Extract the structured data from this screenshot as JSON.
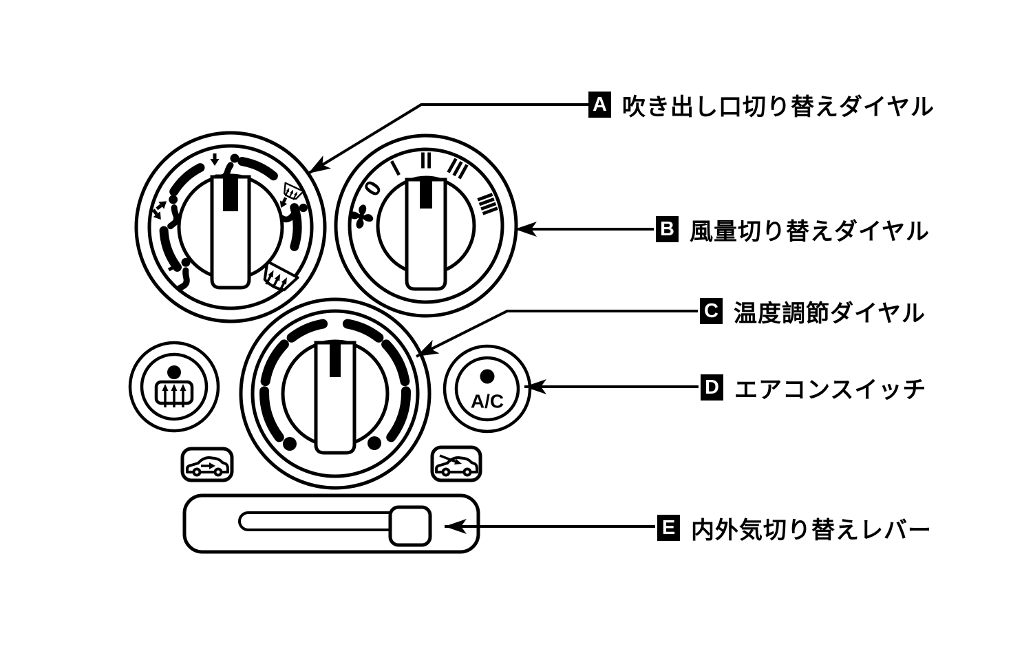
{
  "colors": {
    "ink": "#000000",
    "paper": "#ffffff"
  },
  "callouts": {
    "a": {
      "letter": "A",
      "label": "吹き出し口切り替えダイヤル"
    },
    "b": {
      "letter": "B",
      "label": "風量切り替えダイヤル"
    },
    "c": {
      "letter": "C",
      "label": "温度調節ダイヤル"
    },
    "d": {
      "letter": "D",
      "label": "エアコンスイッチ"
    },
    "e": {
      "letter": "E",
      "label": "内外気切り替えレバー"
    }
  },
  "fan_dial": {
    "ticks": [
      "0",
      "I",
      "II",
      "III",
      "IIII"
    ]
  },
  "ac_button": {
    "label": "A/C"
  },
  "icons": [
    "vent-face-icon",
    "vent-bilevel-icon",
    "vent-foot-icon",
    "vent-foot-defrost-icon",
    "windshield-defrost-icon",
    "fan-icon",
    "rear-defrost-icon",
    "recirculation-car-icon",
    "fresh-air-car-icon"
  ]
}
